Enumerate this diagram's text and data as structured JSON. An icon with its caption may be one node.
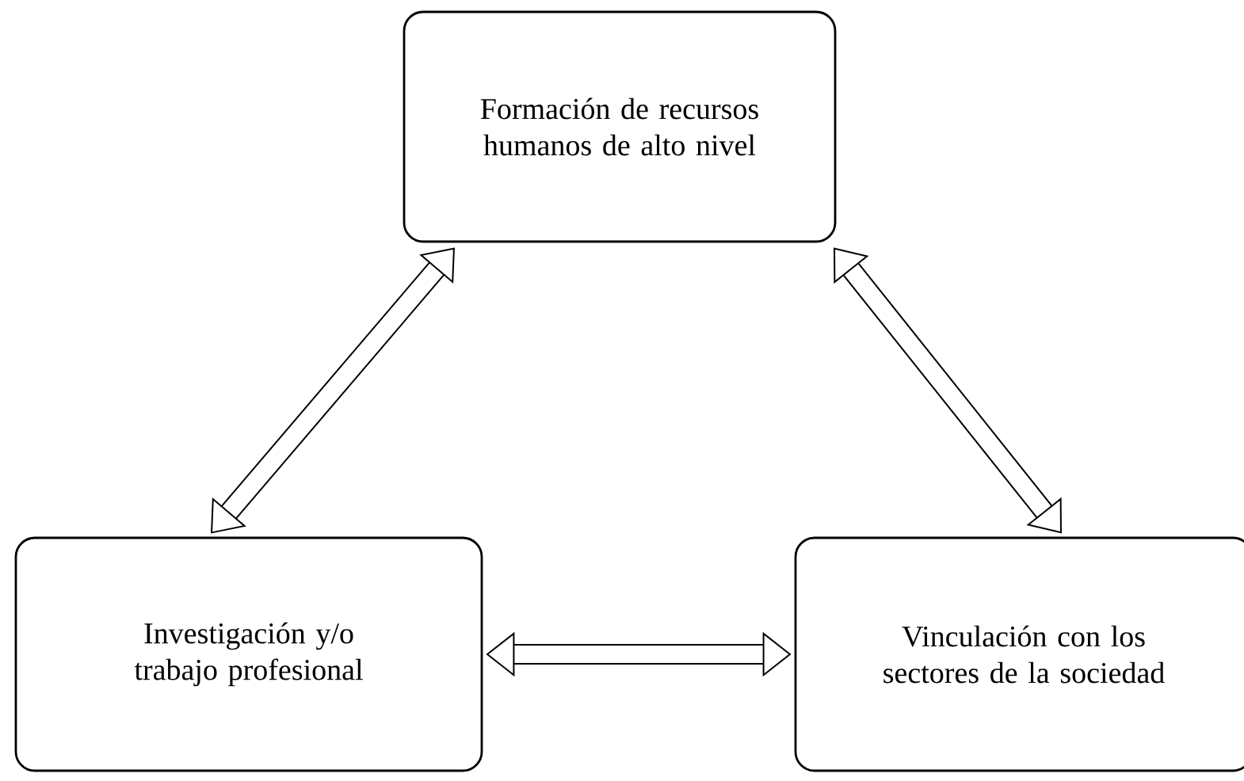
{
  "diagram": {
    "nodes": [
      {
        "text": [
          "Formación de recursos humanos de alto nivel"
        ]
      },
      {
        "text": [
          "Investigación y/o trabajo profesional"
        ]
      },
      {
        "text": [
          "Vinculación con los sectores de la sociedad"
        ]
      }
    ],
    "edges": [
      {
        "from": 1,
        "to": 0,
        "arrow": "both"
      },
      {
        "from": 0,
        "to": 2,
        "arrow": "both"
      },
      {
        "from": 1,
        "to": 2,
        "arrow": "both"
      }
    ]
  }
}
